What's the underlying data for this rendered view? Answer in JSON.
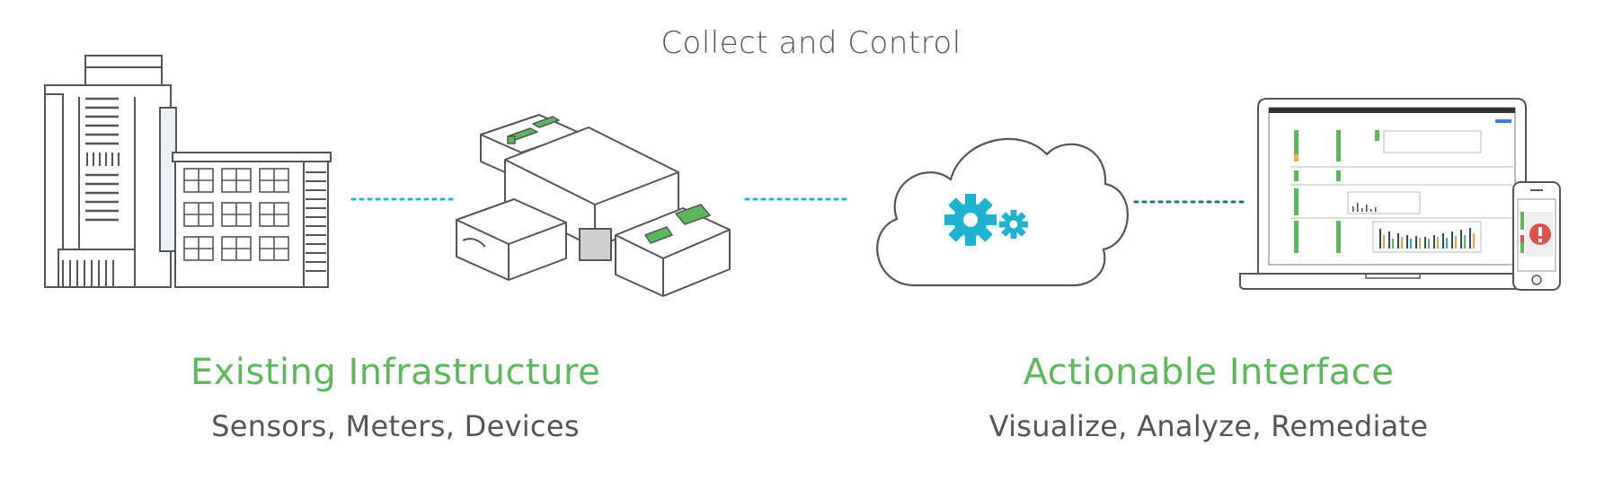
{
  "title": "Collect and Control",
  "left_caption": {
    "heading": "Existing Infrastructure",
    "subheading": "Sensors, Meters, Devices"
  },
  "right_caption": {
    "heading": "Actionable Interface",
    "subheading": "Visualize, Analyze, Remediate"
  },
  "colors": {
    "accent_green": "#5cb85c",
    "accent_cyan": "#1fb3d1",
    "connector_teal": "#1f6f8b",
    "line_gray": "#555555"
  },
  "icons": [
    "buildings-icon",
    "gateway-device-icon",
    "cloud-gears-icon",
    "laptop-dashboard-icon",
    "phone-alert-icon"
  ]
}
